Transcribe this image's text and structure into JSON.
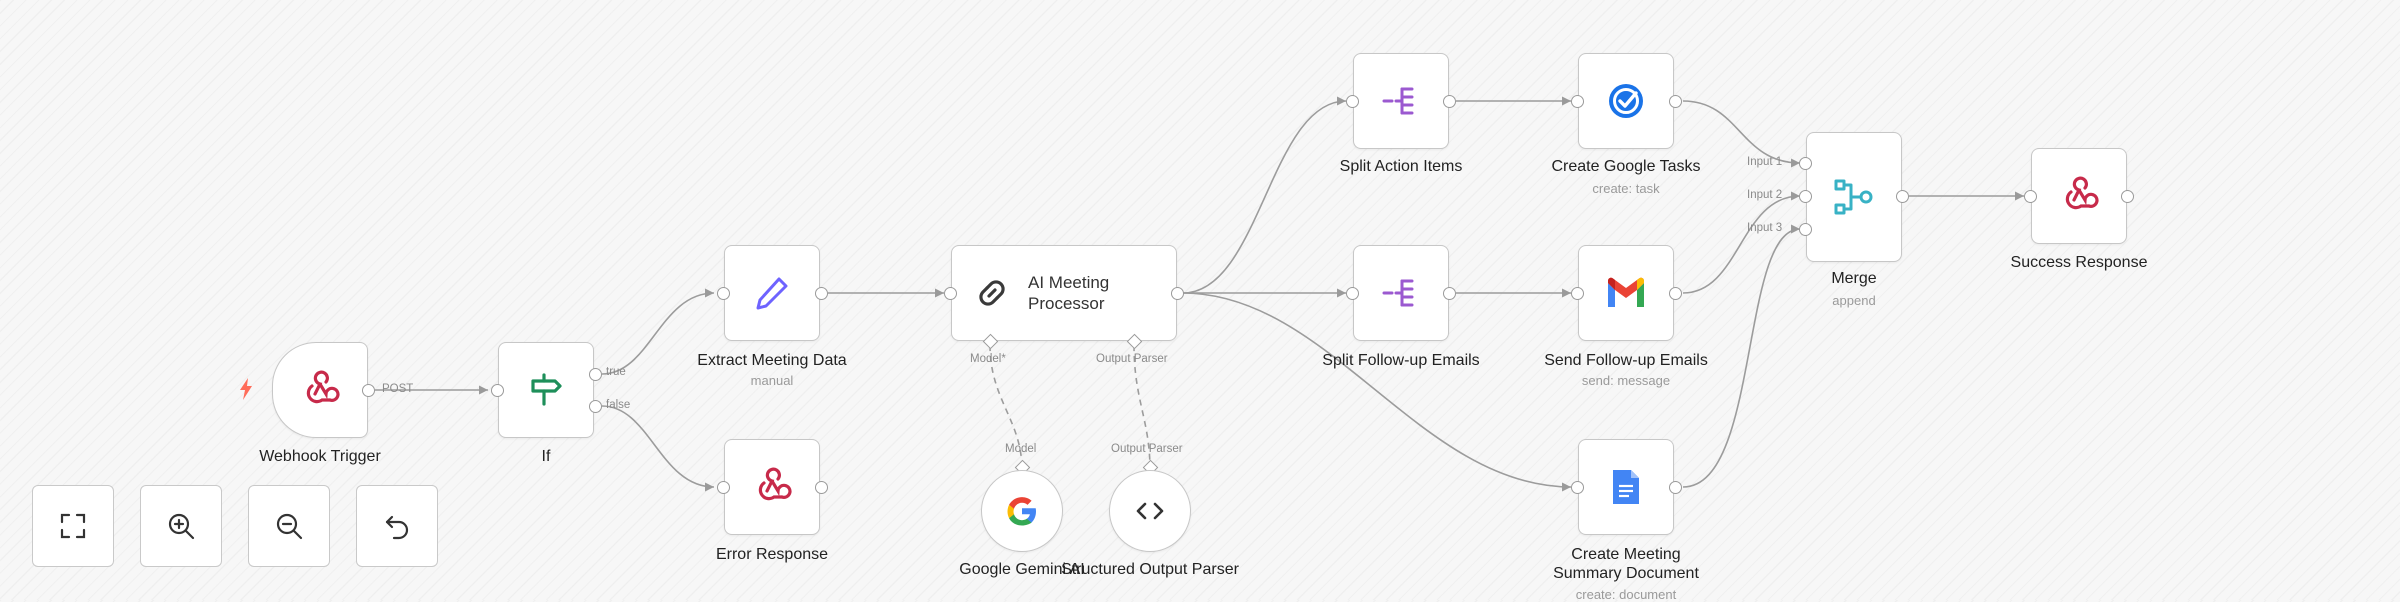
{
  "nodes": {
    "webhook_trigger": {
      "label": "Webhook Trigger",
      "icon": "webhook-icon"
    },
    "if": {
      "label": "If",
      "icon": "signpost-icon"
    },
    "extract": {
      "label": "Extract Meeting Data",
      "sub": "manual",
      "icon": "pencil-icon"
    },
    "error": {
      "label": "Error Response",
      "icon": "webhook-icon"
    },
    "ai": {
      "label": "AI Meeting Processor",
      "icon": "link-icon"
    },
    "gemini": {
      "label": "Google Gemini AI",
      "icon": "google-icon"
    },
    "parser": {
      "label": "Structured Output Parser",
      "icon": "code-icon"
    },
    "split_actions": {
      "label": "Split Action Items",
      "icon": "split-icon"
    },
    "split_followup": {
      "label": "Split Follow-up Emails",
      "icon": "split-icon"
    },
    "tasks": {
      "label": "Create Google Tasks",
      "sub": "create: task",
      "icon": "google-tasks-icon"
    },
    "emails": {
      "label": "Send Follow-up Emails",
      "sub": "send: message",
      "icon": "gmail-icon"
    },
    "doc": {
      "label": "Create Meeting Summary Document",
      "sub": "create: document",
      "icon": "google-docs-icon"
    },
    "merge": {
      "label": "Merge",
      "sub": "append",
      "icon": "merge-icon"
    },
    "success": {
      "label": "Success Response",
      "icon": "webhook-icon"
    }
  },
  "edge_labels": {
    "post": "POST",
    "true": "true",
    "false": "false",
    "model": "Model*",
    "output_parser": "Output Parser",
    "model_target": "Model",
    "parser_target": "Output Parser",
    "input1": "Input 1",
    "input2": "Input 2",
    "input3": "Input 3"
  },
  "controls": {
    "fit": "fit-view-icon",
    "zoom_in": "zoom-in-icon",
    "zoom_out": "zoom-out-icon",
    "reset": "reset-zoom-icon"
  },
  "colors": {
    "webhook": "#c72a4a",
    "if": "#1e8f5a",
    "pencil": "#6e63ff",
    "split": "#9b59d0",
    "tasks": "#1a73e8",
    "merge": "#38b2c5",
    "docs": "#4285f4",
    "trigger_bolt": "#ff6d5a"
  }
}
